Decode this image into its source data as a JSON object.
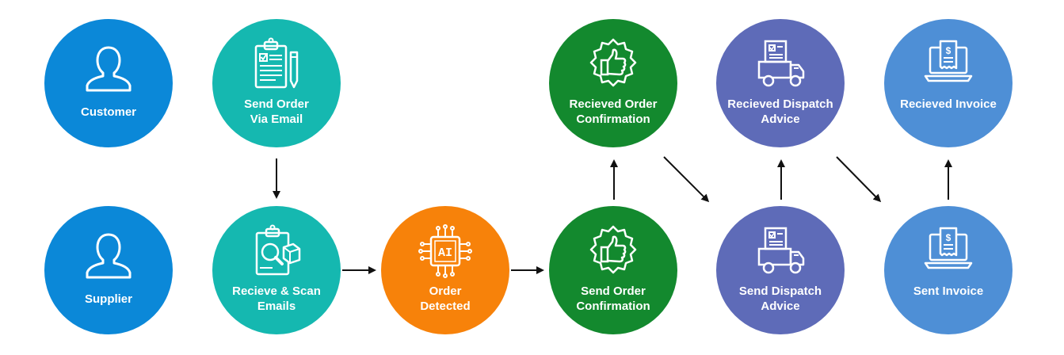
{
  "colors": {
    "blue": "#0B88D8",
    "teal": "#15B8B0",
    "orange": "#F7820A",
    "green": "#13892E",
    "indigo": "#5E6BB8",
    "lightblue": "#4E8FD6",
    "arrow": "#111111"
  },
  "nodes": {
    "customer": {
      "label": "Customer",
      "icon": "person-icon"
    },
    "supplier": {
      "label": "Supplier",
      "icon": "person-icon"
    },
    "send_order": {
      "label": "Send Order\nVia Email",
      "icon": "clipboard-checklist-pencil-icon"
    },
    "recieve_scan": {
      "label": "Recieve & Scan\nEmails",
      "icon": "clipboard-magnifier-box-icon"
    },
    "order_detected": {
      "label": "Order\nDetected",
      "icon": "ai-chip-icon",
      "icon_text": "AI"
    },
    "recieved_confirmation": {
      "label": "Recieved Order\nConfirmation",
      "icon": "thumbs-up-badge-icon"
    },
    "send_confirmation": {
      "label": "Send Order\nConfirmation",
      "icon": "thumbs-up-badge-icon"
    },
    "recieved_dispatch": {
      "label": "Recieved Dispatch\nAdvice",
      "icon": "delivery-truck-icon"
    },
    "send_dispatch": {
      "label": "Send Dispatch\nAdvice",
      "icon": "delivery-truck-icon"
    },
    "recieved_invoice": {
      "label": "Recieved Invoice",
      "icon": "laptop-invoice-icon",
      "icon_text": "$"
    },
    "sent_invoice": {
      "label": "Sent Invoice",
      "icon": "laptop-invoice-icon",
      "icon_text": "$"
    }
  }
}
